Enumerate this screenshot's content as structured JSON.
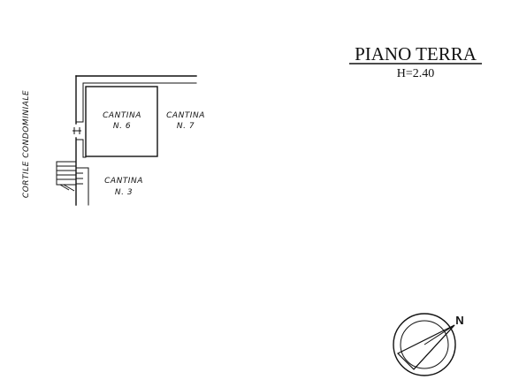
{
  "title": {
    "floor": "PIANO TERRA",
    "height": "H=2.40"
  },
  "courtyard_label": "CORTILE CONDOMINIALE",
  "rooms": [
    {
      "name": "CANTINA",
      "number": "N. 6"
    },
    {
      "name": "CANTINA",
      "number": "N. 7"
    },
    {
      "name": "CANTINA",
      "number": "N. 3"
    }
  ],
  "compass": {
    "north_label": "N"
  }
}
